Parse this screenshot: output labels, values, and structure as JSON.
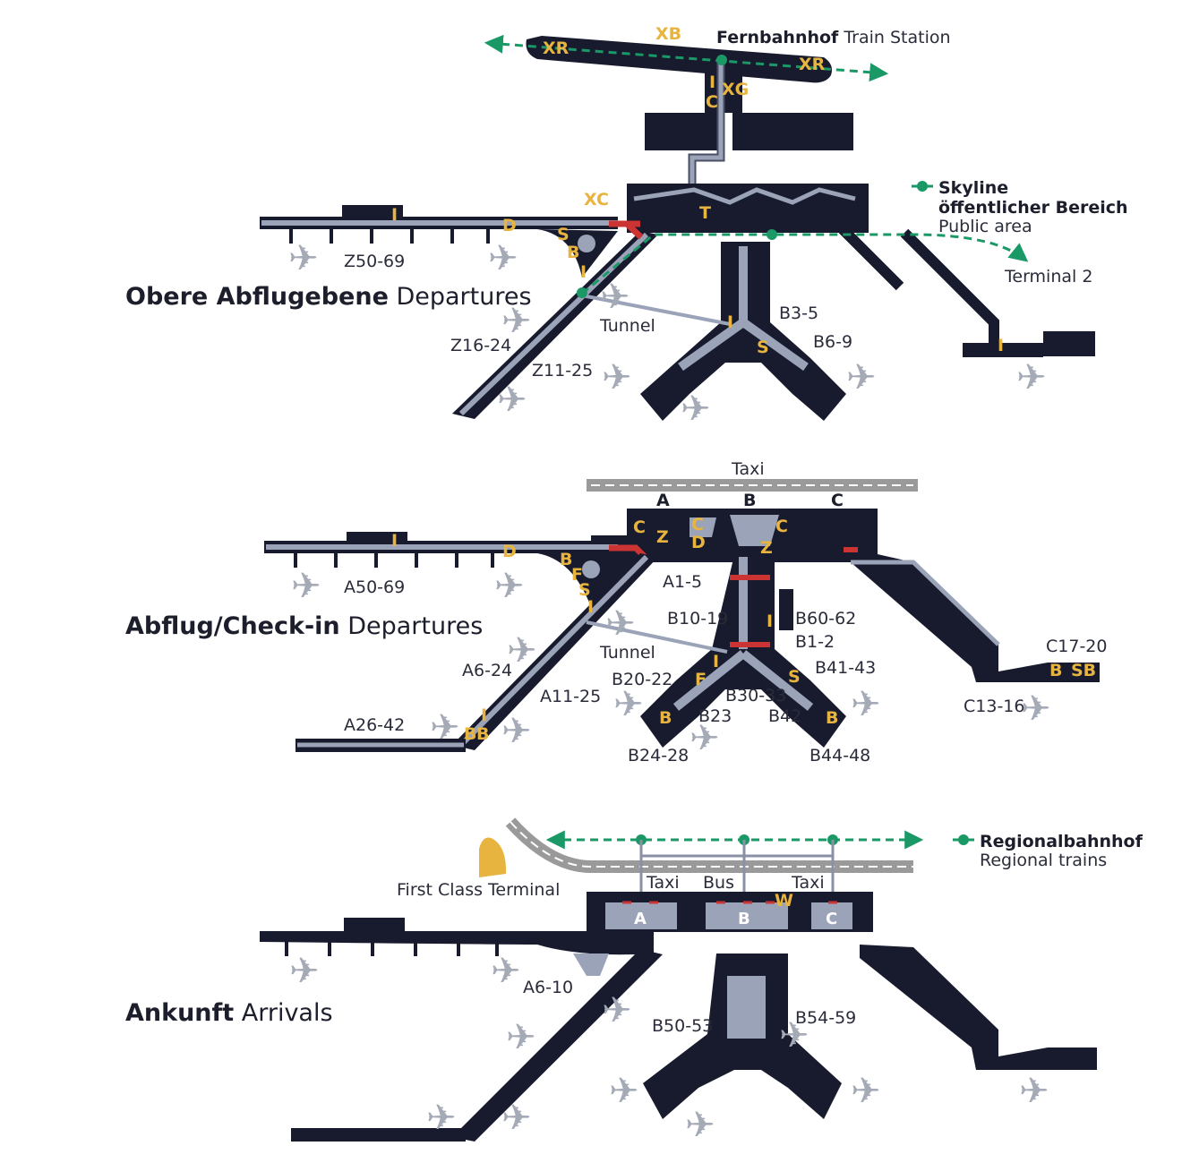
{
  "colors": {
    "building": "#181a2e",
    "walkway": "#9aa3b8",
    "walkway_edge": "#4a4f66",
    "sign": "#e8b440",
    "route": "#1a9966",
    "alert": "#cc3333",
    "text": "#2a2c3a",
    "plane": "#a4aab6",
    "road": "#9a9a9a"
  },
  "plane_glyph": "✈",
  "levels": {
    "top": {
      "bold": "Obere Abflugebene",
      "rest": " Departures"
    },
    "mid": {
      "bold": "Abflug/Check-in",
      "rest": " Departures"
    },
    "bot": {
      "bold": "Ankunft",
      "rest": " Arrivals"
    }
  },
  "legend": {
    "train_station_bold": "Fernbahnhof",
    "train_station_rest": " Train Station",
    "skyline_1": "Skyline",
    "skyline_2": "öffentlicher Bereich",
    "skyline_3": "Public area",
    "terminal2": "Terminal 2",
    "regional_bold": "Regionalbahnhof",
    "regional_rest": "Regional trains"
  },
  "top_labels": {
    "xr1": "XR",
    "xb": "XB",
    "xr2": "XR",
    "i1": "I",
    "c1": "C",
    "xg": "XG",
    "xc": "XC",
    "t": "T",
    "i2": "I",
    "d": "D",
    "s1": "S",
    "b1": "B",
    "i3": "I",
    "i4": "I",
    "s2": "S",
    "i5": "I",
    "z50": "Z50-69",
    "tunnel": "Tunnel",
    "z16": "Z16-24",
    "z11": "Z11-25",
    "b3": "B3-5",
    "b6": "B6-9"
  },
  "mid_labels": {
    "taxi": "Taxi",
    "a": "A",
    "b": "B",
    "c": "C",
    "s_c1": "C",
    "s_z1": "Z",
    "s_c2": "C",
    "s_d1": "D",
    "s_c3": "C",
    "s_z2": "Z",
    "s_i1": "I",
    "s_d2": "D",
    "s_b1": "B",
    "s_f1": "F",
    "s_s1": "S",
    "s_i2": "I",
    "s_i3": "I",
    "s_i4": "I",
    "s_f2": "F",
    "s_s2": "S",
    "s_b2": "B",
    "s_b3": "B",
    "s_i5": "I",
    "s_b4": "B",
    "s_b5": "B",
    "s_b6": "B",
    "s_sb": "SB",
    "a50": "A50-69",
    "a1": "A1-5",
    "b10": "B10-19",
    "b60": "B60-62",
    "b1": "B1-2",
    "tunnel": "Tunnel",
    "a6": "A6-24",
    "a11": "A11-25",
    "b20": "B20-22",
    "b41": "B41-43",
    "b30": "B30-33",
    "b23": "B23",
    "b42": "B42",
    "a26": "A26-42",
    "b24": "B24-28",
    "b44": "B44-48",
    "c17": "C17-20",
    "c13": "C13-16"
  },
  "bot_labels": {
    "first_class": "First Class Terminal",
    "taxi1": "Taxi",
    "bus": "Bus",
    "taxi2": "Taxi",
    "w": "W",
    "ha": "A",
    "hb": "B",
    "hc": "C",
    "a6": "A6-10",
    "b50": "B50-53",
    "b54": "B54-59"
  }
}
